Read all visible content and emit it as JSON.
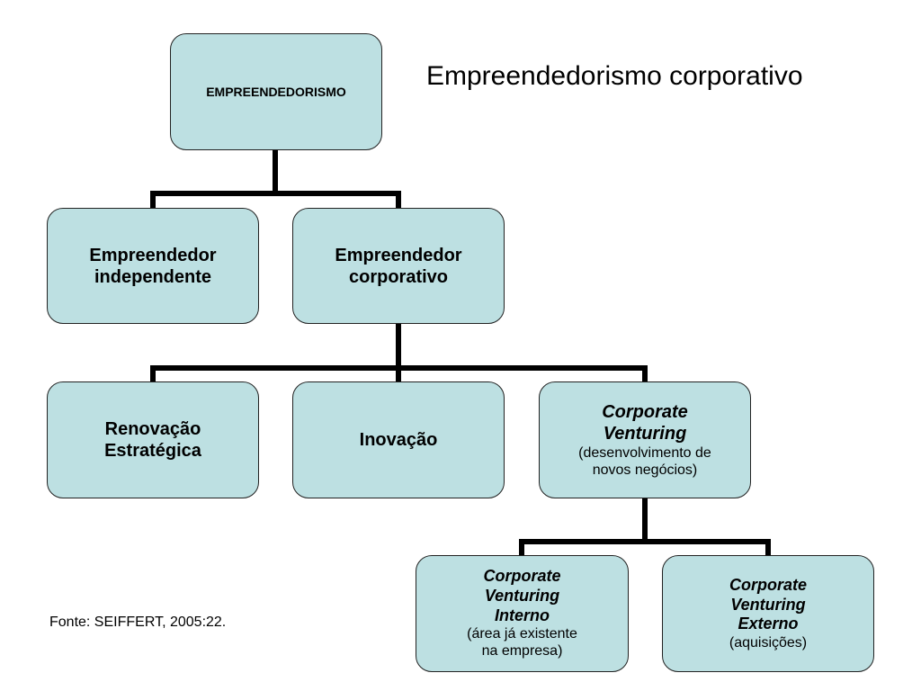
{
  "title": "Empreendedorismo corporativo",
  "source": "Fonte: SEIFFERT, 2005:22.",
  "nodes": {
    "root": {
      "label": "EMPREENDEDORISMO"
    },
    "independent": {
      "label_line1": "Empreendedor",
      "label_line2": "independente"
    },
    "corporate": {
      "label_line1": "Empreendedor",
      "label_line2": "corporativo"
    },
    "renewal": {
      "label_line1": "Renovação",
      "label_line2": "Estratégica"
    },
    "innovation": {
      "label": "Inovação"
    },
    "venturing": {
      "label_line1": "Corporate",
      "label_line2": "Venturing",
      "sub_line1": "(desenvolvimento de",
      "sub_line2": "novos negócios)"
    },
    "internal": {
      "label_line1": "Corporate",
      "label_line2": "Venturing",
      "label_line3": "Interno",
      "sub_line1": "(área já existente",
      "sub_line2": "na empresa)"
    },
    "external": {
      "label_line1": "Corporate",
      "label_line2": "Venturing",
      "label_line3": "Externo",
      "sub_line1": "(aquisições)"
    }
  },
  "colors": {
    "node_fill": "#bde0e2",
    "node_border": "#222222",
    "connector": "#000000"
  }
}
